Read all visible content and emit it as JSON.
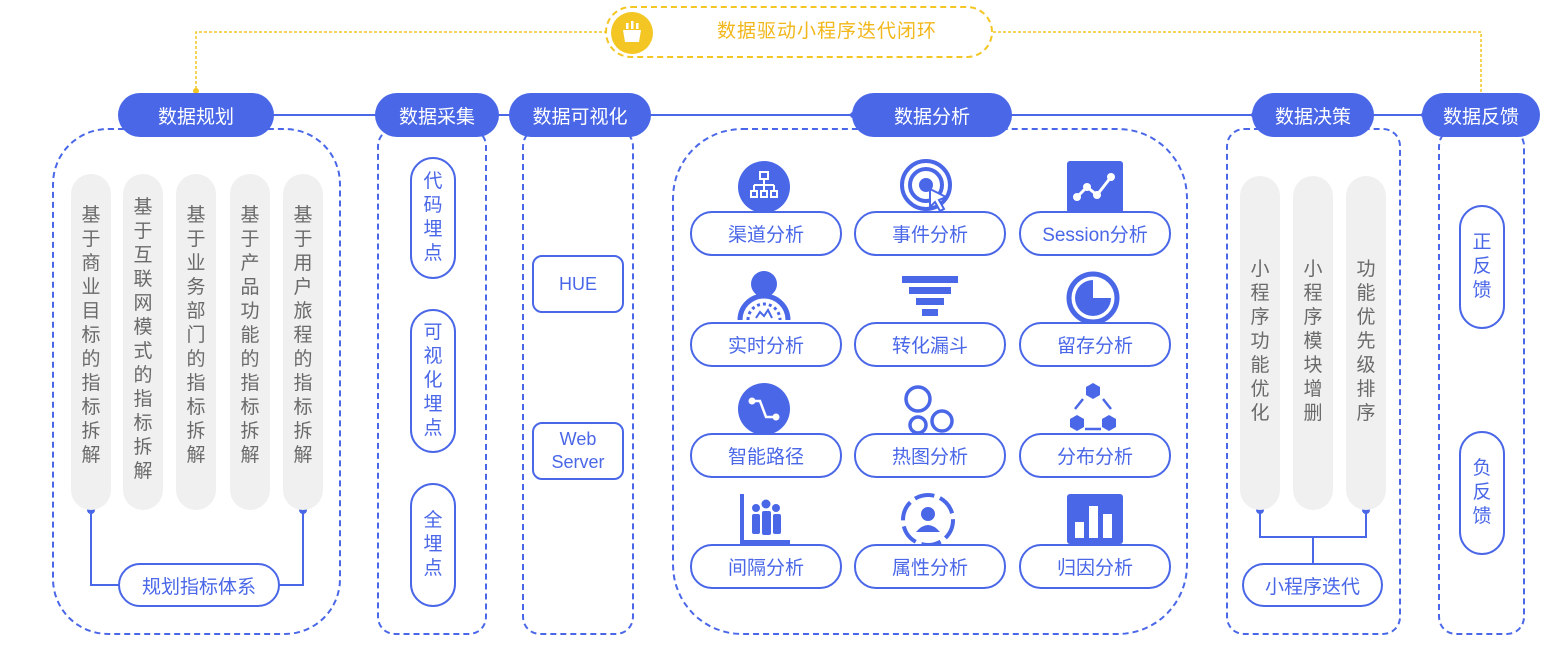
{
  "title": "数据驱动小程序迭代闭环",
  "colors": {
    "accent": "#4a67e8",
    "title_border": "#f3c623",
    "title_text": "#f2b71b",
    "grey": "#f0f0f0"
  },
  "stages": {
    "planning": {
      "label": "数据规划",
      "items": [
        "基于商业目标的指标拆解",
        "基于互联网模式的指标拆解",
        "基于业务部门的指标拆解",
        "基于产品功能的指标拆解",
        "基于用户旅程的指标拆解"
      ],
      "result": "规划指标体系"
    },
    "collection": {
      "label": "数据采集",
      "items": [
        "代码埋点",
        "可视化埋点",
        "全埋点"
      ]
    },
    "visualization": {
      "label": "数据可视化",
      "items": [
        "HUE",
        "Web Server"
      ]
    },
    "analysis": {
      "label": "数据分析",
      "items": [
        {
          "label": "渠道分析",
          "icon": "org-chart-icon"
        },
        {
          "label": "事件分析",
          "icon": "target-cursor-icon"
        },
        {
          "label": "Session分析",
          "icon": "trend-line-icon"
        },
        {
          "label": "实时分析",
          "icon": "realtime-user-icon"
        },
        {
          "label": "转化漏斗",
          "icon": "funnel-icon"
        },
        {
          "label": "留存分析",
          "icon": "pie-icon"
        },
        {
          "label": "智能路径",
          "icon": "path-icon"
        },
        {
          "label": "热图分析",
          "icon": "bubbles-icon"
        },
        {
          "label": "分布分析",
          "icon": "hexagon-icon"
        },
        {
          "label": "间隔分析",
          "icon": "people-icon"
        },
        {
          "label": "属性分析",
          "icon": "profile-icon"
        },
        {
          "label": "归因分析",
          "icon": "bar-chart-icon"
        }
      ]
    },
    "decision": {
      "label": "数据决策",
      "items": [
        "小程序功能优化",
        "小程序模块增删",
        "功能优先级排序"
      ],
      "result": "小程序迭代"
    },
    "feedback": {
      "label": "数据反馈",
      "items": [
        "正反馈",
        "负反馈"
      ]
    }
  }
}
